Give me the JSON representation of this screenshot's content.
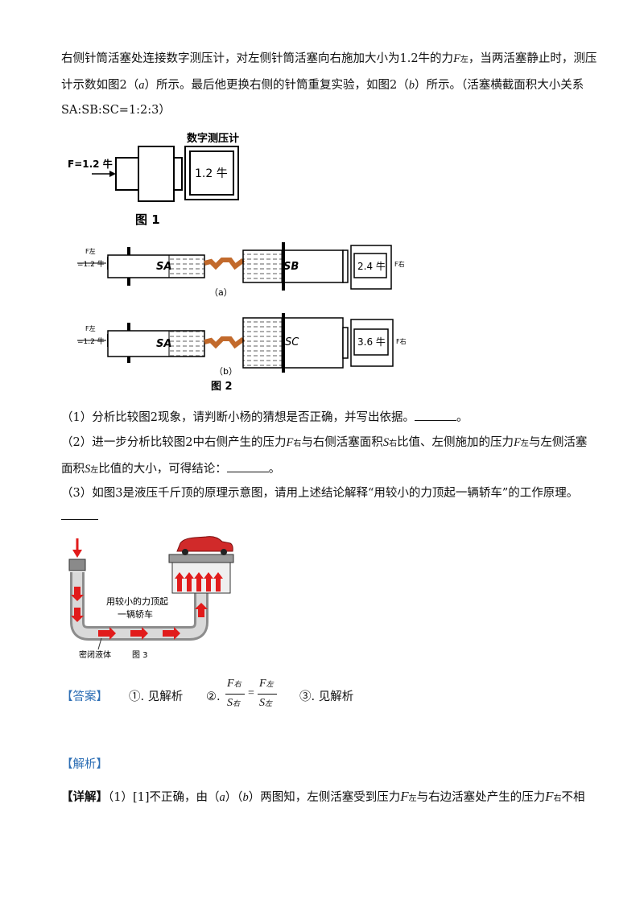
{
  "intro": {
    "line1": "右侧针筒活塞处连接数字测压计，对左侧针筒活塞向右施加大小为1.2牛的力",
    "line1_F": "F",
    "line1_sub": "左",
    "line1_end": "，当两活塞静止时，测压",
    "line2": "计示数如图2（",
    "line2_a": "a",
    "line2_mid": "）所示。最后他更换右侧的针筒重复实验，如图2（",
    "line2_b": "b",
    "line2_end": "）所示。（活塞横截面积大小关系",
    "line3": "SA:SB:SC=1:2:3）"
  },
  "fig1": {
    "force_label": "F=1.2 牛",
    "meter_title": "数字测压计",
    "meter_value": "1.2 牛",
    "caption": "图 1"
  },
  "fig2": {
    "a": {
      "force": "F左",
      "force_val": "=1.2 牛",
      "left_label": "SA",
      "right_label": "SB",
      "meter": "2.4 牛",
      "right_force": "F右",
      "caption": "（a）"
    },
    "b": {
      "force": "F左",
      "force_val": "=1.2 牛",
      "left_label": "SA",
      "right_label": "SC",
      "meter": "3.6 牛",
      "right_force": "F右",
      "caption": "（b）"
    },
    "caption": "图 2"
  },
  "questions": {
    "q1": "（1）分析比较图2现象，请判断小杨的猜想是否正确，并写出依据。",
    "q1_end": "。",
    "q2_a": "（2）进一步分析比较图2中右侧产生的压力",
    "q2_b": "与右侧活塞面积",
    "q2_c": "比值、左侧施加的压力",
    "q2_d": "与左侧活塞",
    "q2_line2_a": "面积",
    "q2_line2_b": "比值的大小，可得结论：",
    "q2_end": "。",
    "q3": "（3）如图3是液压千斤顶的原理示意图，请用上述结论解释“用较小的力顶起一辆轿车”的工作原理。"
  },
  "fig3": {
    "label1": "用较小的力顶起",
    "label2": "一辆轿车",
    "liquid": "密闭液体",
    "caption": "图 3"
  },
  "answer": {
    "tag": "【答案】",
    "a1": "①. 见解析",
    "a2_prefix": "②.",
    "a3": "③. 见解析"
  },
  "analysis": {
    "tag": "【解析】",
    "detail_tag": "【详解】",
    "detail_text_a": "（1）[1]不正确，由（",
    "detail_a": "a",
    "detail_text_b": "）（",
    "detail_b": "b",
    "detail_text_c": "）两图知，左侧活塞受到压力",
    "detail_text_d": "与右边活塞处产生的压力",
    "detail_text_e": "不相"
  },
  "colors": {
    "answer_blue": "#2e6fb5",
    "hose": "#c26a2c",
    "arrow_red": "#e11b1b"
  }
}
